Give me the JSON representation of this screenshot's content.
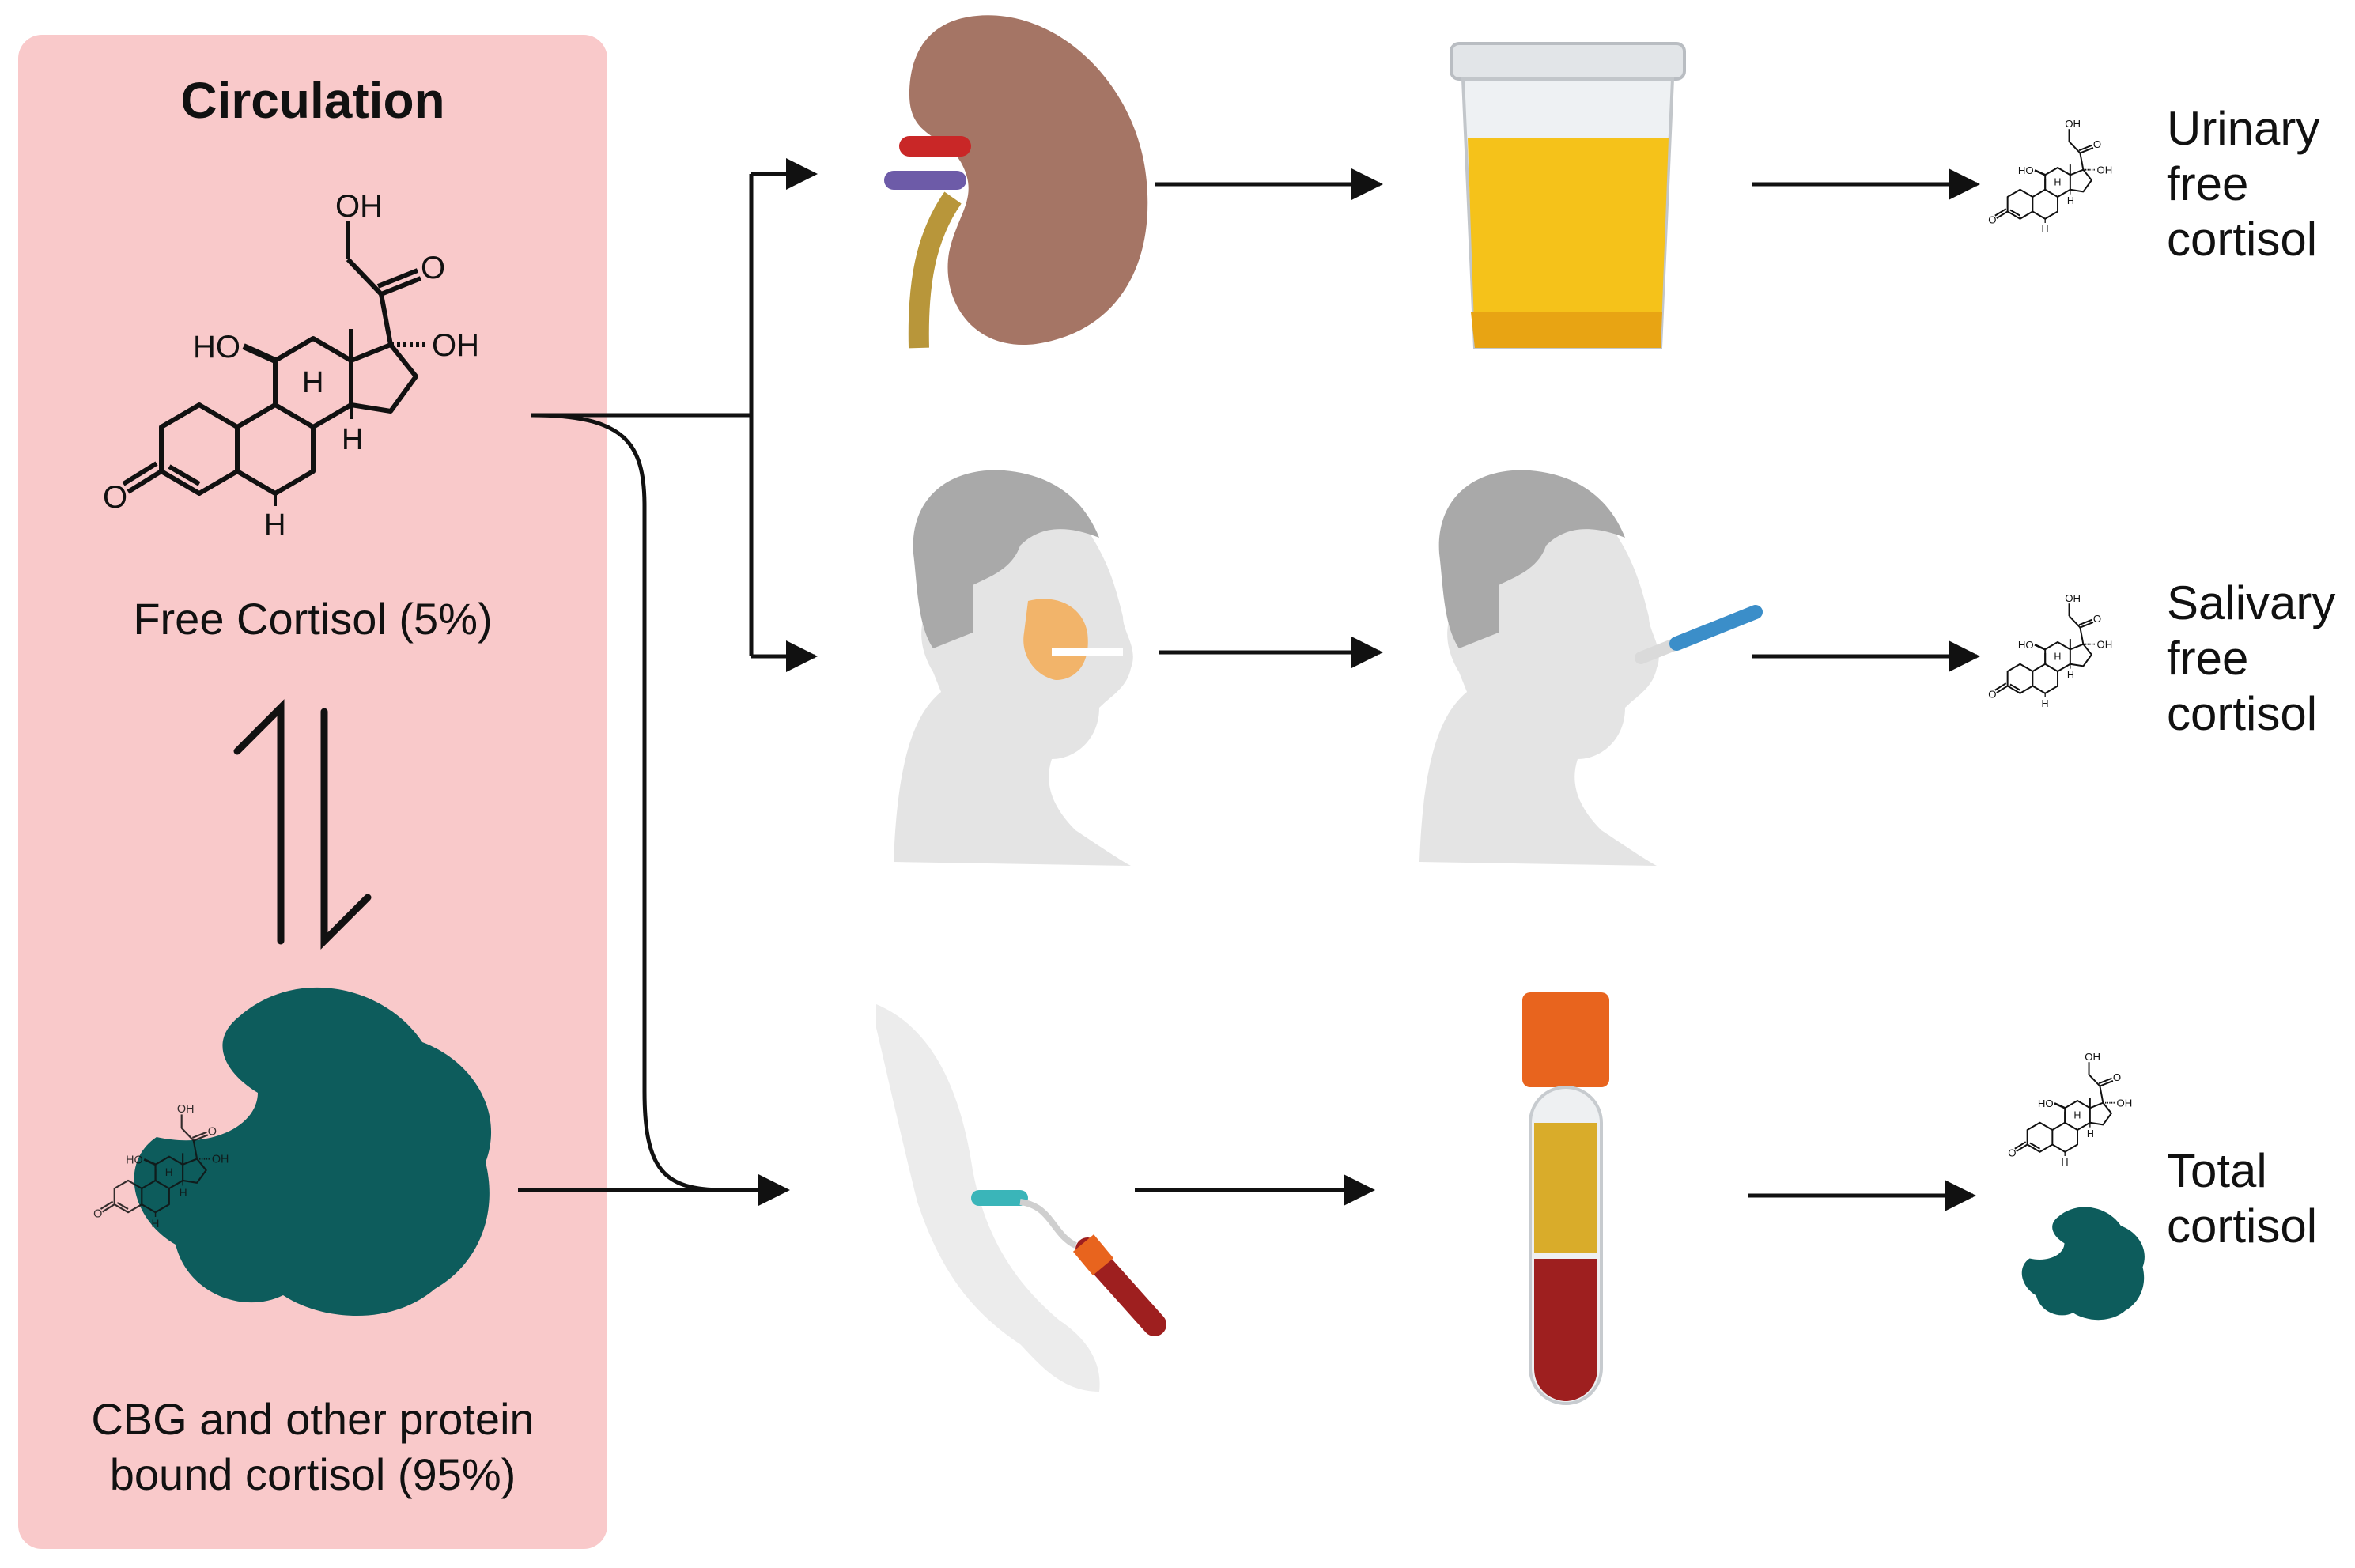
{
  "circulation": {
    "title": "Circulation",
    "free_cortisol_label": "Free Cortisol (5%)",
    "bound_label_line1": "CBG and other protein",
    "bound_label_line2": "bound cortisol (95%)"
  },
  "molecule": {
    "oh_top": "OH",
    "ho_left": "HO",
    "oh_right": "OH",
    "o_ketone": "O",
    "o_ring": "O",
    "h": "H"
  },
  "outputs": {
    "urinary": "Urinary\nfree\ncortisol",
    "salivary": "Salivary\nfree\ncortisol",
    "total": "Total\ncortisol"
  },
  "colors": {
    "panel": "#f9c9ca",
    "protein": "#0d5c5c",
    "kidney": "#a57565",
    "urine": "#f5c21a",
    "blood": "#9e1f1f",
    "serum": "#d9ac2a",
    "cap": "#e8641e",
    "skin": "#e4e4e4",
    "hair": "#a9a9a9",
    "gland": "#f2b46a",
    "swab": "#3b8ec9"
  }
}
